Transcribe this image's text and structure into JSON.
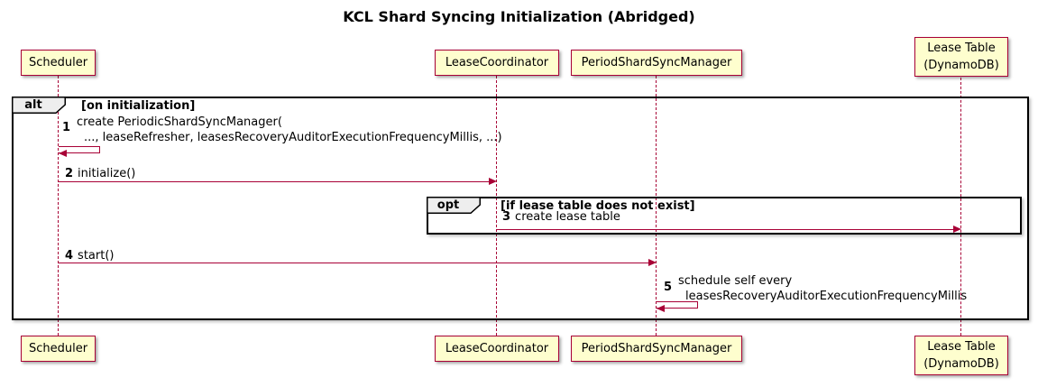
{
  "title": "KCL Shard Syncing Initialization (Abridged)",
  "colors": {
    "participant_fill": "#FEFECE",
    "participant_border": "#A80036",
    "arrow": "#A80036",
    "lifeline": "#A80036",
    "frame_border": "#000000",
    "frame_label_fill": "#EEEEEE"
  },
  "participants": [
    {
      "label": "Scheduler"
    },
    {
      "label": "LeaseCoordinator"
    },
    {
      "label": "PeriodShardSyncManager"
    },
    {
      "line1": "Lease Table",
      "line2": "(DynamoDB)"
    }
  ],
  "frames": {
    "alt": {
      "keyword": "alt",
      "condition": "[on initialization]"
    },
    "opt": {
      "keyword": "opt",
      "condition": "[if lease table does not exist]"
    }
  },
  "messages": [
    {
      "num": "1",
      "line1": "create PeriodicShardSyncManager(",
      "line2": "..., leaseRefresher, leasesRecoveryAuditorExecutionFrequencyMillis, ...)"
    },
    {
      "num": "2",
      "text": "initialize()"
    },
    {
      "num": "3",
      "text": "create lease table"
    },
    {
      "num": "4",
      "text": "start()"
    },
    {
      "num": "5",
      "line1": "schedule self every",
      "line2": "leasesRecoveryAuditorExecutionFrequencyMillis"
    }
  ]
}
